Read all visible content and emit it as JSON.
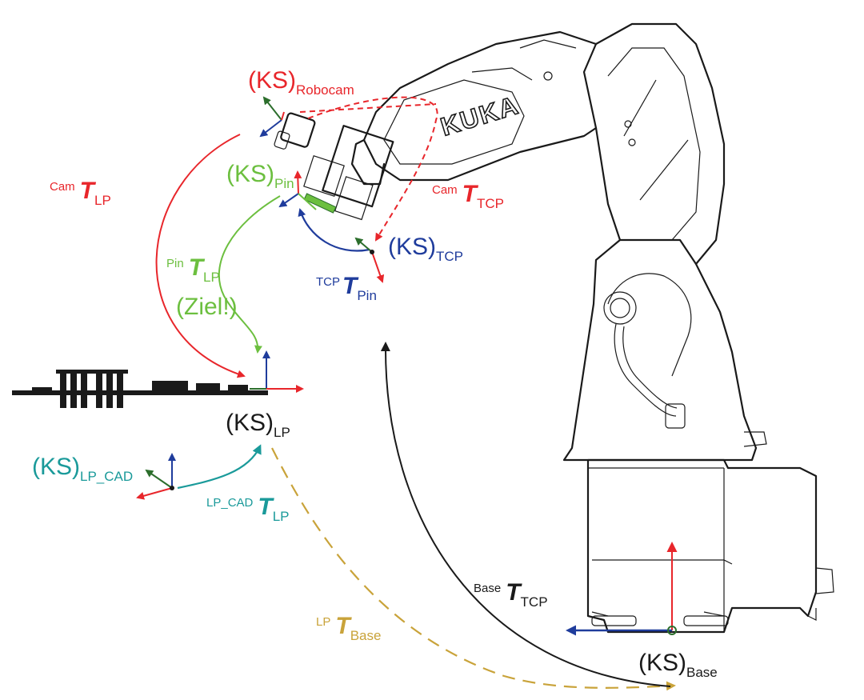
{
  "colors": {
    "red": "#e8262b",
    "green": "#6cbf3f",
    "blue": "#1f3c9c",
    "teal": "#1a9a9a",
    "black": "#1a1a1a",
    "gold": "#c9a33a",
    "dark_green": "#2c6e2c"
  },
  "robot": {
    "brand": "KUKA"
  },
  "frames": {
    "robocam": {
      "main": "(KS)",
      "sub": "Robocam"
    },
    "pin": {
      "main": "(KS)",
      "sub": "Pin"
    },
    "tcp": {
      "main": "(KS)",
      "sub": "TCP"
    },
    "lp": {
      "main": "(KS)",
      "sub": "LP"
    },
    "lp_cad": {
      "main": "(KS)",
      "sub": "LP_CAD"
    },
    "base": {
      "main": "(KS)",
      "sub": "Base"
    }
  },
  "transforms": {
    "cam_lp": {
      "pre": "Cam",
      "T": "T",
      "sub": "LP"
    },
    "cam_tcp": {
      "pre": "Cam",
      "T": "T",
      "sub": "TCP"
    },
    "pin_lp": {
      "pre": "Pin",
      "T": "T",
      "sub": "LP",
      "note": "(Ziel!)"
    },
    "tcp_pin": {
      "pre": "TCP",
      "T": "T",
      "sub": "Pin"
    },
    "lpcad_lp": {
      "pre": "LP_CAD",
      "T": "T",
      "sub": "LP"
    },
    "lp_base": {
      "pre": "LP",
      "T": "T",
      "sub": "Base"
    },
    "base_tcp": {
      "pre": "Base",
      "T": "T",
      "sub": "TCP"
    }
  }
}
